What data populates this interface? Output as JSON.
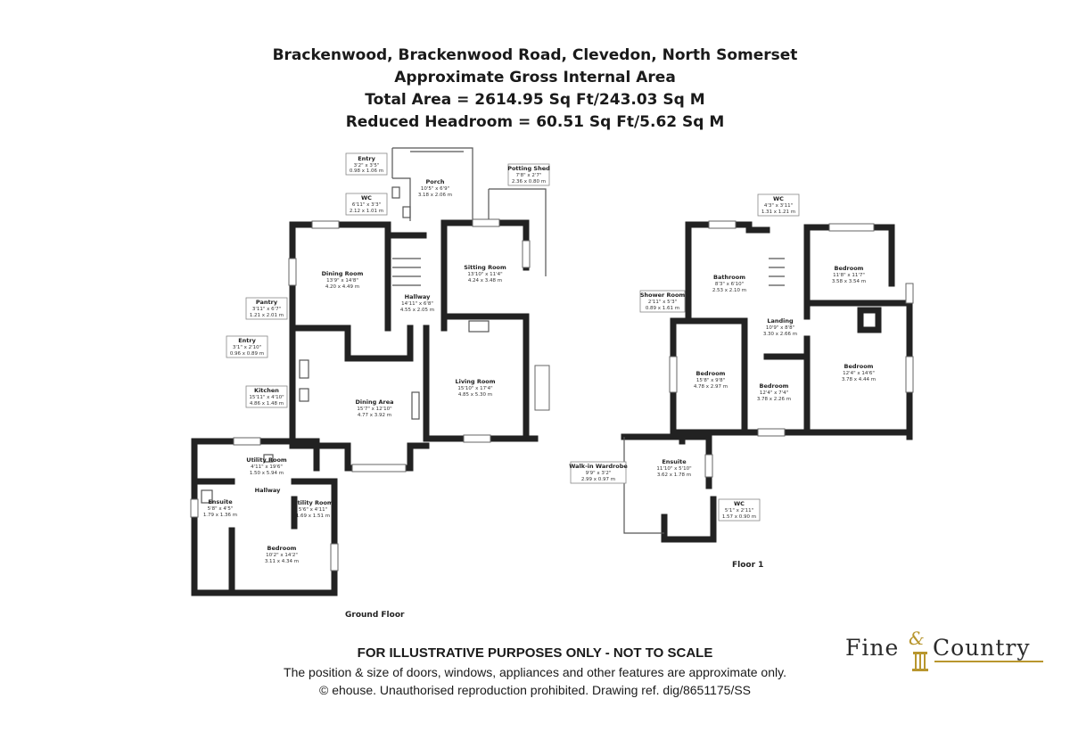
{
  "header": {
    "line1": "Brackenwood, Brackenwood Road, Clevedon, North Somerset",
    "line2": "Approximate Gross Internal Area",
    "line3": "Total Area = 2614.95 Sq Ft/243.03 Sq M",
    "line4": "Reduced Headroom = 60.51 Sq Ft/5.62 Sq M"
  },
  "ground_floor": {
    "label": "Ground Floor",
    "rooms": [
      {
        "name": "Entry",
        "imperial": "3'2\" x 3'5\"",
        "metric": "0.98 x 1.06 m"
      },
      {
        "name": "Porch",
        "imperial": "10'5\" x 6'9\"",
        "metric": "3.18 x 2.06 m"
      },
      {
        "name": "Potting Shed",
        "imperial": "7'8\" x 2'7\"",
        "metric": "2.36 x 0.80 m"
      },
      {
        "name": "WC",
        "imperial": "6'11\" x 3'3\"",
        "metric": "2.12 x 1.01 m"
      },
      {
        "name": "Dining Room",
        "imperial": "13'9\" x 14'8\"",
        "metric": "4.20 x 4.49 m"
      },
      {
        "name": "Sitting Room",
        "imperial": "13'10\" x 11'4\"",
        "metric": "4.24 x 3.48 m"
      },
      {
        "name": "Pantry",
        "imperial": "3'11\" x 6'7\"",
        "metric": "1.21 x 2.01 m"
      },
      {
        "name": "Hallway",
        "imperial": "14'11\" x 6'8\"",
        "metric": "4.55 x 2.05 m"
      },
      {
        "name": "Entry",
        "imperial": "3'1\" x 2'10\"",
        "metric": "0.96 x 0.89 m"
      },
      {
        "name": "Kitchen",
        "imperial": "15'11\" x 4'10\"",
        "metric": "4.86 x 1.48 m"
      },
      {
        "name": "Living Room",
        "imperial": "15'10\" x 17'4\"",
        "metric": "4.85 x 5.30 m"
      },
      {
        "name": "Dining Area",
        "imperial": "15'7\" x 12'10\"",
        "metric": "4.77 x 3.92 m"
      },
      {
        "name": "Utility Room",
        "imperial": "4'11\" x 19'6\"",
        "metric": "1.50 x 5.94 m"
      },
      {
        "name": "Hallway",
        "imperial": "",
        "metric": ""
      },
      {
        "name": "Ensuite",
        "imperial": "5'8\" x 4'5\"",
        "metric": "1.79 x 1.36 m"
      },
      {
        "name": "Utility Room",
        "imperial": "5'6\" x 4'11\"",
        "metric": "1.69 x 1.51 m"
      },
      {
        "name": "Bedroom",
        "imperial": "10'2\" x 14'2\"",
        "metric": "3.11 x 4.34 m"
      }
    ]
  },
  "floor1": {
    "label": "Floor 1",
    "rooms": [
      {
        "name": "WC",
        "imperial": "4'3\" x 3'11\"",
        "metric": "1.31 x 1.21 m"
      },
      {
        "name": "Bathroom",
        "imperial": "8'3\" x 6'10\"",
        "metric": "2.53 x 2.10 m"
      },
      {
        "name": "Bedroom",
        "imperial": "11'8\" x 11'7\"",
        "metric": "3.58 x 3.54 m"
      },
      {
        "name": "Shower Room",
        "imperial": "2'11\" x 5'3\"",
        "metric": "0.89 x 1.61 m"
      },
      {
        "name": "Landing",
        "imperial": "10'9\" x 8'8\"",
        "metric": "3.30 x 2.66 m"
      },
      {
        "name": "Bedroom",
        "imperial": "15'8\" x 9'8\"",
        "metric": "4.78 x 2.97 m"
      },
      {
        "name": "Bedroom",
        "imperial": "12'4\" x 7'4\"",
        "metric": "3.78 x 2.26 m"
      },
      {
        "name": "Bedroom",
        "imperial": "12'4\" x 14'6\"",
        "metric": "3.78 x 4.44 m"
      },
      {
        "name": "Walk-in Wardrobe",
        "imperial": "9'9\" x 3'2\"",
        "metric": "2.99 x 0.97 m"
      },
      {
        "name": "Ensuite",
        "imperial": "11'10\" x 5'10\"",
        "metric": "3.62 x 1.78 m"
      },
      {
        "name": "WC",
        "imperial": "5'1\" x 2'11\"",
        "metric": "1.57 x 0.90 m"
      }
    ]
  },
  "footer": {
    "line1": "FOR ILLUSTRATIVE PURPOSES ONLY - NOT TO SCALE",
    "line2": "The position & size of doors, windows, appliances and other features are approximate only.",
    "line3": "© ehouse. Unauthorised reproduction prohibited. Drawing ref. dig/8651175/SS"
  },
  "logo": {
    "word1": "Fine",
    "amp": "&",
    "word2": "Country"
  }
}
